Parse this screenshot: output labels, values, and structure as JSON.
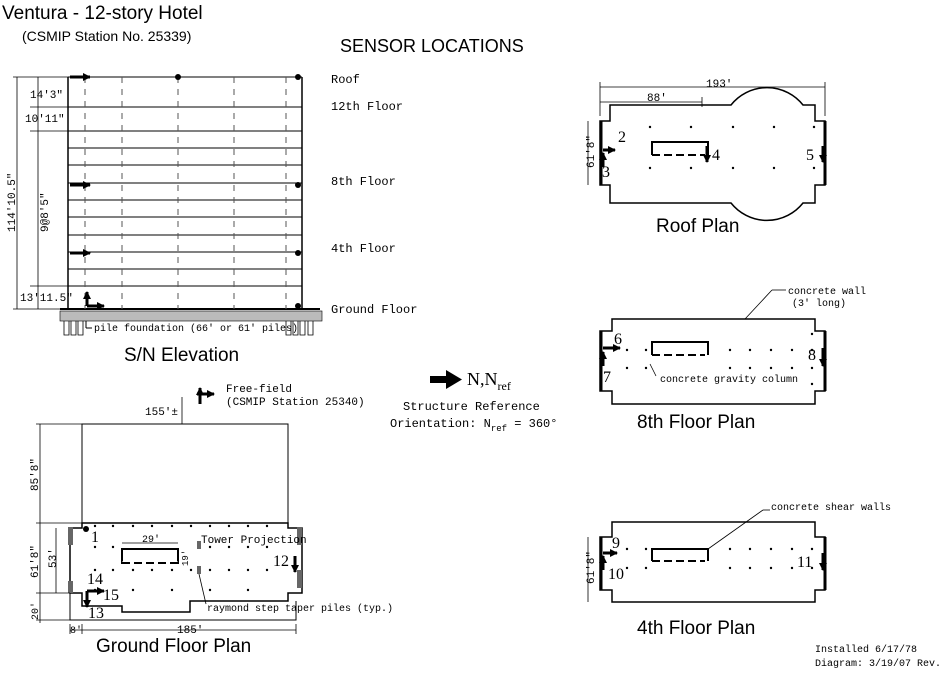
{
  "header": {
    "title": "Ventura - 12-story Hotel",
    "station": "(CSMIP Station No. 25339)",
    "sensor_title": "SENSOR LOCATIONS"
  },
  "elevation": {
    "title": "S/N Elevation",
    "floors": {
      "roof": "Roof",
      "f12": "12th Floor",
      "f8": "8th Floor",
      "f4": "4th Floor",
      "ground": "Ground Floor"
    },
    "dims": {
      "top": "14'3\"",
      "second": "10'11\"",
      "typical": "9@8'5\"",
      "overall": "114'10.5\"",
      "bottom": "13'11.5\""
    },
    "foundation": "pile foundation (66' or 61' piles)"
  },
  "roof_plan": {
    "title": "Roof Plan",
    "dim_total": "193'",
    "dim_partial": "88'",
    "dim_width": "61'8\"",
    "sensors": [
      "2",
      "3",
      "4",
      "5"
    ]
  },
  "eighth_plan": {
    "title": "8th Floor Plan",
    "wall_note_1": "concrete wall",
    "wall_note_2": "(3' long)",
    "column_note": "concrete gravity column",
    "sensors": [
      "6",
      "7",
      "8"
    ]
  },
  "fourth_plan": {
    "title": "4th Floor Plan",
    "shear_note": "concrete shear walls",
    "dim_width": "61'8\"",
    "sensors": [
      "9",
      "10",
      "11"
    ]
  },
  "ground_plan": {
    "title": "Ground Floor Plan",
    "free_field_1": "Free-field",
    "free_field_2": "(CSMIP Station 25340)",
    "dim_ff": "155'±",
    "dim_85": "85'8\"",
    "dim_618": "61'8\"",
    "dim_53": "53'",
    "dim_29": "29'",
    "dim_19": "19'",
    "dim_20": "20'",
    "dim_8": "8'",
    "dim_185": "185'",
    "tower": "Tower Projection",
    "piles": "raymond step taper piles (typ.)",
    "sensors": [
      "1",
      "12",
      "13",
      "14",
      "15"
    ]
  },
  "reference": {
    "arrow_label": "N,N",
    "arrow_sub": "ref",
    "line1": "Structure Reference",
    "line2_a": "Orientation: N",
    "line2_sub": "ref",
    "line2_b": " = 360°"
  },
  "footer": {
    "installed": "Installed 6/17/78",
    "diagram": "Diagram: 3/19/07 Rev."
  }
}
